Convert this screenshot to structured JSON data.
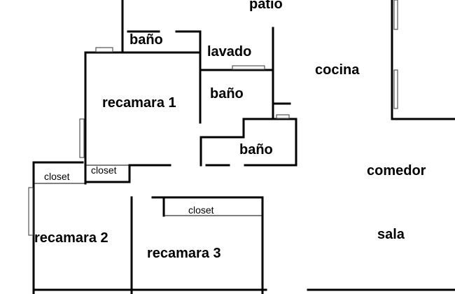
{
  "rooms": {
    "patio": "patio",
    "bano_top": "baño",
    "lavado": "lavado",
    "cocina": "cocina",
    "recamara_1": "recamara 1",
    "bano_mid": "baño",
    "bano_low": "baño",
    "comedor": "comedor",
    "closet_1": "closet",
    "closet_2": "closet",
    "closet_3": "closet",
    "recamara_2": "recamara 2",
    "recamara_3": "recamara 3",
    "sala": "sala"
  },
  "colors": {
    "wall": "#000000",
    "background": "#ffffff",
    "window": "#555555"
  }
}
